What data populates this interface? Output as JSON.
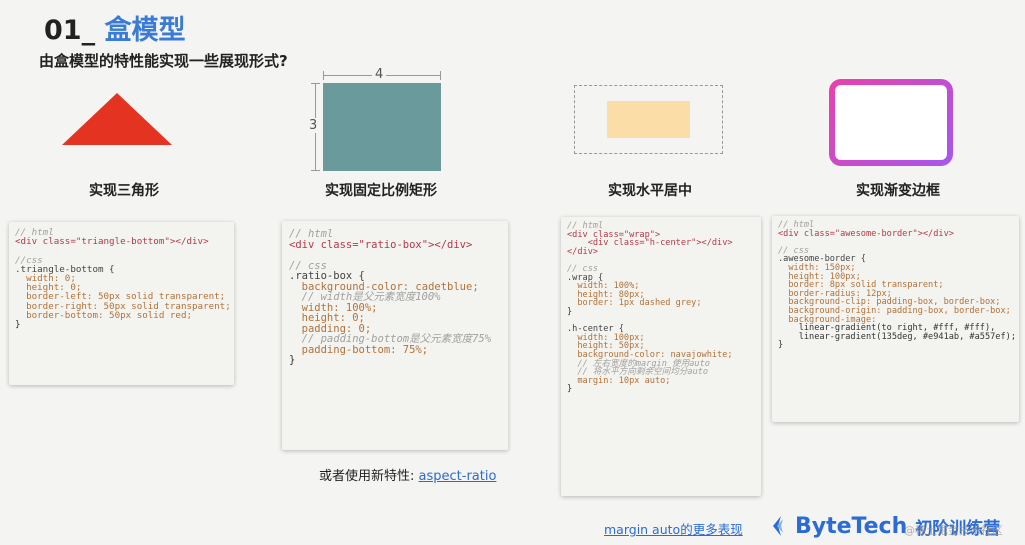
{
  "header": {
    "num": "01_",
    "title": "盒模型",
    "subtitle": "由盒模型的特性能实现一些展现形式?"
  },
  "demos": {
    "triangle_caption": "实现三角形",
    "ratio_caption": "实现固定比例矩形",
    "ratio_width_label": "4",
    "ratio_height_label": "3",
    "center_caption": "实现水平居中",
    "border_caption": "实现渐变边框"
  },
  "code": {
    "triangle": [
      "// html",
      "<div class=\"triangle-bottom\"></div>",
      "",
      "//css",
      ".triangle-bottom {",
      "  width: 0;",
      "  height: 0;",
      "  border-left: 50px solid transparent;",
      "  border-right: 50px solid transparent;",
      "  border-bottom: 50px solid red;",
      "}"
    ],
    "ratio": [
      "// html",
      "<div class=\"ratio-box\"></div>",
      "",
      "// css",
      ".ratio-box {",
      "  background-color: cadetblue;",
      "  // width是父元素宽度100%",
      "  width: 100%;",
      "  height: 0;",
      "  padding: 0;",
      "  // padding-bottom是父元素宽度75%",
      "  padding-bottom: 75%;",
      "}"
    ],
    "center": [
      "// html",
      "<div class=\"wrap\">",
      "    <div class=\"h-center\"></div>",
      "</div>",
      "",
      "// css",
      ".wrap {",
      "  width: 100%;",
      "  height: 80px;",
      "  border: 1px dashed grey;",
      "}",
      "",
      ".h-center {",
      "  width: 100px;",
      "  height: 50px;",
      "  background-color: navajowhite;",
      "  // 左右宽度的margin 使用auto",
      "  // 将水平方向剩余空间均分auto",
      "  margin: 10px auto;",
      "}"
    ],
    "border": [
      "// html",
      "<div class=\"awesome-border\"></div>",
      "",
      "// css",
      ".awesome-border {",
      "  width: 150px;",
      "  height: 100px;",
      "  border: 8px solid transparent;",
      "  border-radius: 12px;",
      "  background-clip: padding-box, border-box;",
      "  background-origin: padding-box, border-box;",
      "  background-image:",
      "    linear-gradient(to right, #fff, #fff),",
      "    linear-gradient(135deg, #e941ab, #a557ef);",
      "}"
    ]
  },
  "footer": {
    "aspect_prefix": "或者使用新特性:",
    "aspect_link": "aspect-ratio",
    "margin_link": "margin auto的更多表现",
    "logo_text": "ByteTech",
    "logo_sub": "初阶训练营",
    "watermark": "@稀土掘金技术社区"
  },
  "colors": {
    "title_blue": "#3a7bd5",
    "triangle_red": "#e53322",
    "cadetblue": "#6a9a9b",
    "navajowhite": "#fbdda8",
    "gradient_start": "#e941ab",
    "gradient_end": "#a557ef"
  }
}
